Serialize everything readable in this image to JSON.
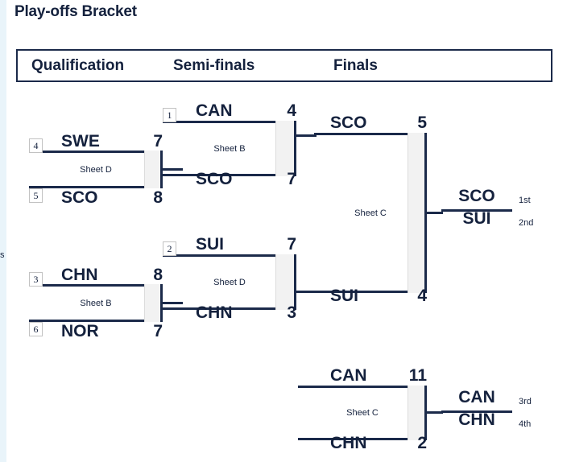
{
  "page": {
    "title": "Play-offs Bracket",
    "edge_artifact": "s"
  },
  "colors": {
    "line": "#1b2a4a",
    "text": "#14213d",
    "winner_bar": "#f2f2f2",
    "edge_strip": "#e9f4fa",
    "background": "#ffffff"
  },
  "round_headers": [
    "Qualification",
    "Semi-finals",
    "Finals"
  ],
  "qualification": [
    {
      "sheet": "Sheet D",
      "top": {
        "seed": "4",
        "team": "SWE",
        "score": "7"
      },
      "bottom": {
        "seed": "5",
        "team": "SCO",
        "score": "8"
      }
    },
    {
      "sheet": "Sheet B",
      "top": {
        "seed": "3",
        "team": "CHN",
        "score": "8"
      },
      "bottom": {
        "seed": "6",
        "team": "NOR",
        "score": "7"
      }
    }
  ],
  "semifinals": [
    {
      "sheet": "Sheet B",
      "top": {
        "seed": "1",
        "team": "CAN",
        "score": "4"
      },
      "bottom": {
        "seed": "",
        "team": "SCO",
        "score": "7"
      }
    },
    {
      "sheet": "Sheet D",
      "top": {
        "seed": "2",
        "team": "SUI",
        "score": "7"
      },
      "bottom": {
        "seed": "",
        "team": "CHN",
        "score": "3"
      }
    }
  ],
  "gold_final": {
    "sheet": "Sheet C",
    "top": {
      "team": "SCO",
      "score": "5"
    },
    "bottom": {
      "team": "SUI",
      "score": "4"
    }
  },
  "bronze_final": {
    "sheet": "Sheet C",
    "top": {
      "team": "CAN",
      "score": "11"
    },
    "bottom": {
      "team": "CHN",
      "score": "2"
    }
  },
  "gold_result": {
    "first": {
      "team": "SCO",
      "rank": "1st"
    },
    "second": {
      "team": "SUI",
      "rank": "2nd"
    }
  },
  "bronze_result": {
    "third": {
      "team": "CAN",
      "rank": "3rd"
    },
    "fourth": {
      "team": "CHN",
      "rank": "4th"
    }
  }
}
